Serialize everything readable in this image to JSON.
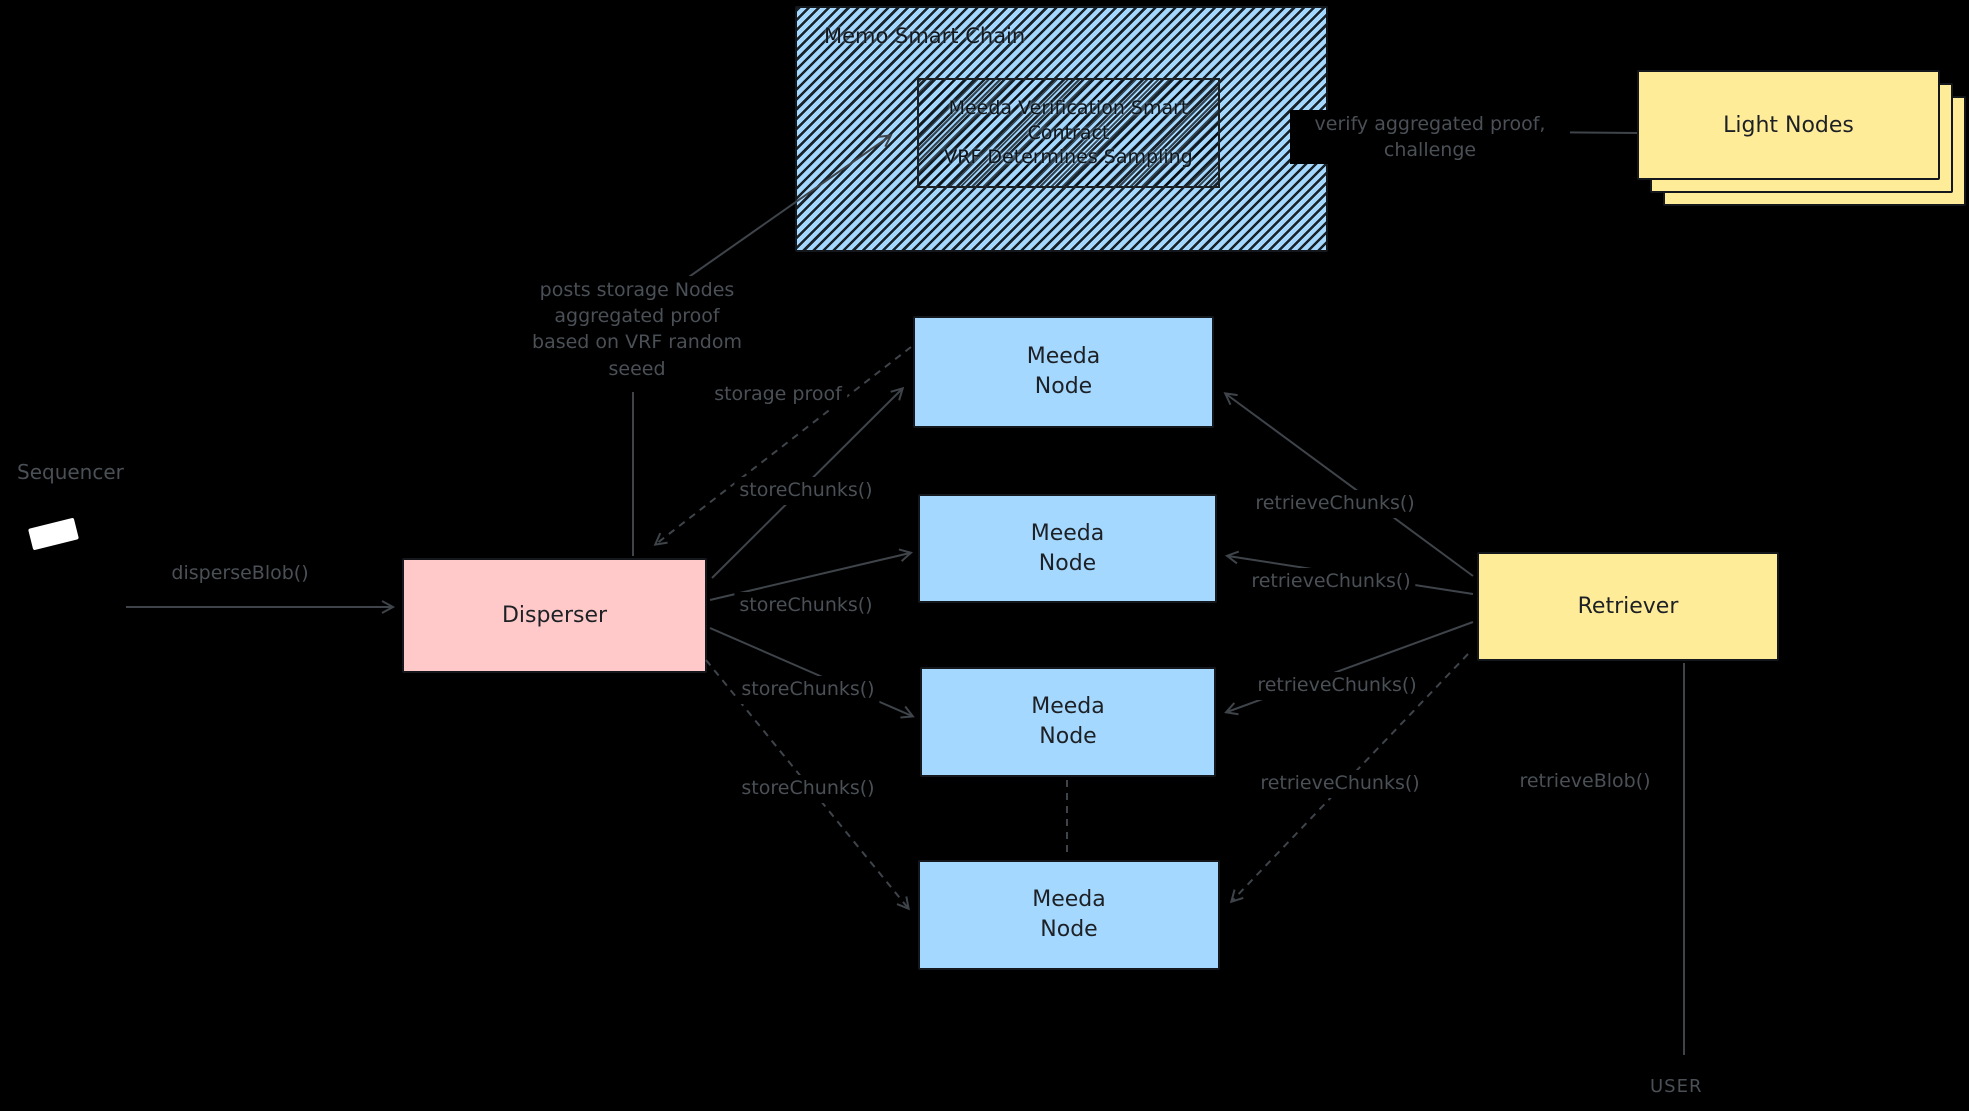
{
  "diagram": {
    "background": "#000000",
    "palette": {
      "node_blue": "#a5d8ff",
      "disperser_pink": "#ffc9c9",
      "retriever_yellow": "#ffec99",
      "stroke_dark": "#14171b",
      "label_gray": "#4a5056",
      "arrow_gray": "#3e444a"
    },
    "chain_box": {
      "title": "Memo Smart Chain",
      "contract_lines": [
        "Meeda Verification Smart",
        "Contract",
        "VRF Determines Sampling"
      ]
    },
    "nodes": {
      "light_nodes": "Light Nodes",
      "disperser": "Disperser",
      "meeda_lines": [
        "Meeda",
        "Node"
      ],
      "retriever": "Retriever"
    },
    "annotations": {
      "sequencer": "Sequencer",
      "disperse_blob": "disperseBlob()",
      "posts_proof": [
        "posts storage Nodes",
        "aggregated proof",
        "based on VRF random",
        "seeed"
      ],
      "storage_proof": "storage proof",
      "store_chunks": "storeChunks()",
      "retrieve_chunks": "retrieveChunks()",
      "verify_proof": [
        "verify aggregated proof,",
        "challenge"
      ],
      "retrieve_blob": "retrieveBlob()",
      "user": "USER"
    }
  }
}
